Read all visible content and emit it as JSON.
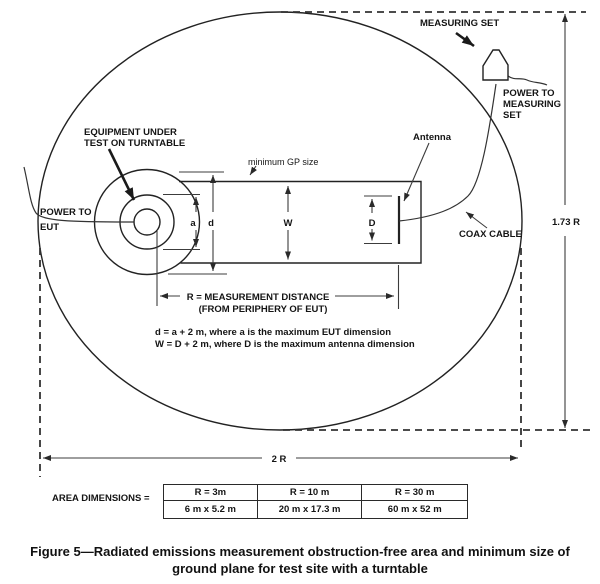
{
  "labels": {
    "measuring_set": "MEASURING SET",
    "power_to_measuring_set": [
      "POWER TO",
      "MEASURING",
      "SET"
    ],
    "antenna": "Antenna",
    "equipment_under_test": [
      "EQUIPMENT UNDER",
      "TEST ON TURNTABLE"
    ],
    "minimum_gp_size": "minimum GP size",
    "power_to_eut": [
      "POWER TO",
      "EUT"
    ],
    "coax_cable": "COAX CABLE",
    "dim_1_73r": "1.73 R",
    "dim_2r": "2 R",
    "dim_a": "a",
    "dim_d": "d",
    "dim_w": "W",
    "dim_big_d": "D",
    "measurement_distance": [
      "R = MEASUREMENT DISTANCE",
      "(FROM PERIPHERY OF EUT)"
    ],
    "equations": [
      "d = a + 2 m, where a is the maximum EUT dimension",
      "W = D + 2 m, where D is the maximum antenna dimension"
    ]
  },
  "table": {
    "label": "AREA DIMENSIONS =",
    "headers": [
      "R = 3m",
      "R = 10 m",
      "R = 30 m"
    ],
    "values": [
      "6 m x 5.2 m",
      "20 m x 17.3 m",
      "60 m x 52 m"
    ]
  },
  "caption": [
    "Figure 5—Radiated emissions measurement obstruction-free area and minimum size of",
    "ground plane for test site with a turntable"
  ],
  "colors": {
    "line": "#222222",
    "dimension": "#3c3c3c",
    "text": "#141414",
    "background": "#ffffff"
  }
}
